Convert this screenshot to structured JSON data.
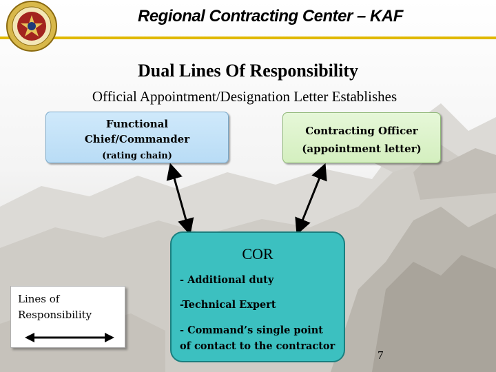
{
  "header": {
    "title": "Regional Contracting Center – KAF",
    "accent_color": "#e0b800",
    "seal_icon": "army-contracting-seal-icon"
  },
  "slide": {
    "title": "Dual Lines Of Responsibility",
    "subtitle": "Official Appointment/Designation Letter Establishes"
  },
  "boxes": {
    "functional": {
      "line1": "Functional",
      "line2": "Chief/Commander",
      "line3": "(rating chain)"
    },
    "contracting_officer": {
      "line1": "Contracting Officer",
      "line2": "(appointment letter)"
    },
    "cor": {
      "title": "COR",
      "items": [
        "- Additional duty",
        "-Technical Expert",
        "- Command’s single point",
        "of contact  to the contractor"
      ]
    }
  },
  "legend": {
    "line1": "Lines of",
    "line2": "Responsibility",
    "icon": "double-arrow-icon"
  },
  "page_number": "7"
}
